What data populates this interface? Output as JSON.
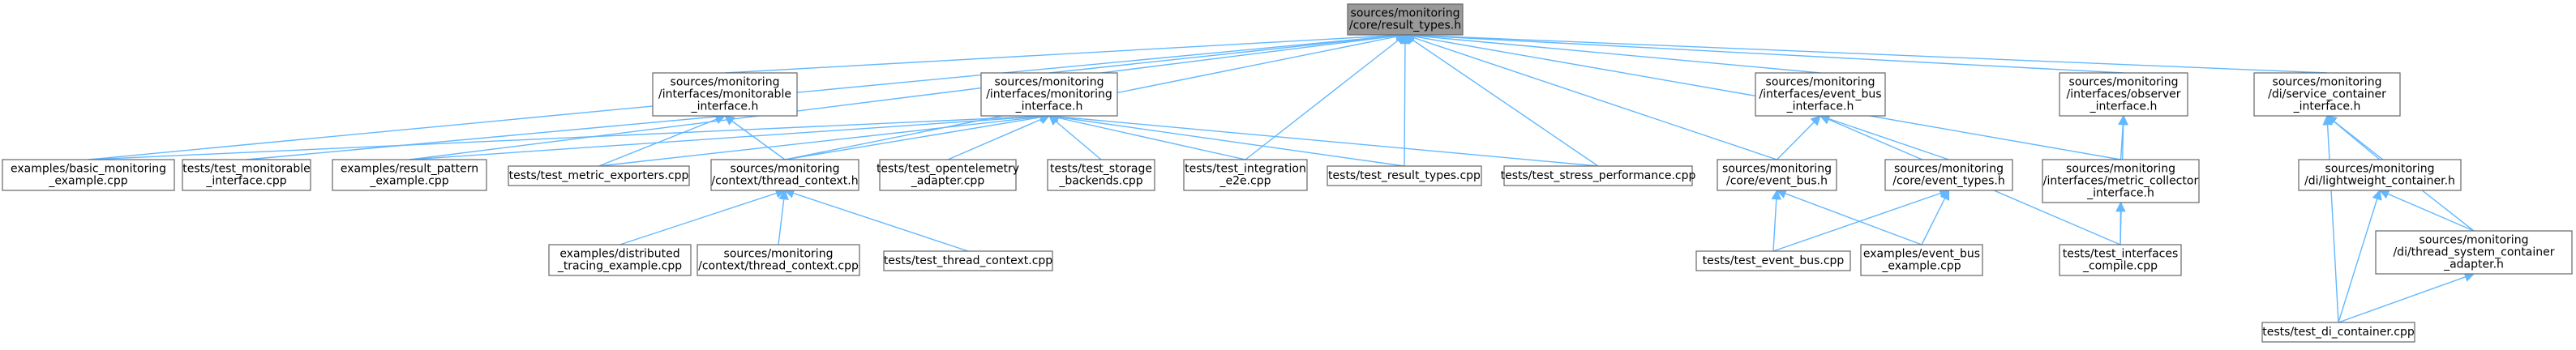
{
  "graph": {
    "nodes": [
      {
        "id": "root",
        "lines": [
          "sources/monitoring",
          "/core/result_types.h"
        ],
        "root": true
      },
      {
        "id": "monitorable",
        "lines": [
          "sources/monitoring",
          "/interfaces/monitorable",
          "_interface.h"
        ]
      },
      {
        "id": "monitoring_if",
        "lines": [
          "sources/monitoring",
          "/interfaces/monitoring",
          "_interface.h"
        ]
      },
      {
        "id": "event_bus_if",
        "lines": [
          "sources/monitoring",
          "/interfaces/event_bus",
          "_interface.h"
        ]
      },
      {
        "id": "observer_if",
        "lines": [
          "sources/monitoring",
          "/interfaces/observer",
          "_interface.h"
        ]
      },
      {
        "id": "di_service",
        "lines": [
          "sources/monitoring",
          "/di/service_container",
          "_interface.h"
        ]
      },
      {
        "id": "basic_example",
        "lines": [
          "examples/basic_monitoring",
          "_example.cpp"
        ]
      },
      {
        "id": "test_monitorable",
        "lines": [
          "tests/test_monitorable",
          "_interface.cpp"
        ]
      },
      {
        "id": "result_pattern",
        "lines": [
          "examples/result_pattern",
          "_example.cpp"
        ]
      },
      {
        "id": "metric_exporters",
        "lines": [
          "tests/test_metric_exporters.cpp"
        ]
      },
      {
        "id": "thread_context_h",
        "lines": [
          "sources/monitoring",
          "/context/thread_context.h"
        ]
      },
      {
        "id": "opentelemetry",
        "lines": [
          "tests/test_opentelemetry",
          "_adapter.cpp"
        ]
      },
      {
        "id": "storage",
        "lines": [
          "tests/test_storage",
          "_backends.cpp"
        ]
      },
      {
        "id": "integration",
        "lines": [
          "tests/test_integration",
          "_e2e.cpp"
        ]
      },
      {
        "id": "result_types_test",
        "lines": [
          "tests/test_result_types.cpp"
        ]
      },
      {
        "id": "stress",
        "lines": [
          "tests/test_stress_performance.cpp"
        ]
      },
      {
        "id": "event_bus_h",
        "lines": [
          "sources/monitoring",
          "/core/event_bus.h"
        ]
      },
      {
        "id": "event_types_h",
        "lines": [
          "sources/monitoring",
          "/core/event_types.h"
        ]
      },
      {
        "id": "metric_collector",
        "lines": [
          "sources/monitoring",
          "/interfaces/metric_collector",
          "_interface.h"
        ]
      },
      {
        "id": "lightweight",
        "lines": [
          "sources/monitoring",
          "/di/lightweight_container.h"
        ]
      },
      {
        "id": "distributed",
        "lines": [
          "examples/distributed",
          "_tracing_example.cpp"
        ]
      },
      {
        "id": "thread_context_cpp",
        "lines": [
          "sources/monitoring",
          "/context/thread_context.cpp"
        ]
      },
      {
        "id": "test_thread_context",
        "lines": [
          "tests/test_thread_context.cpp"
        ]
      },
      {
        "id": "test_event_bus",
        "lines": [
          "tests/test_event_bus.cpp"
        ]
      },
      {
        "id": "event_bus_example",
        "lines": [
          "examples/event_bus",
          "_example.cpp"
        ]
      },
      {
        "id": "interfaces_compile",
        "lines": [
          "tests/test_interfaces",
          "_compile.cpp"
        ]
      },
      {
        "id": "thread_system_adapter",
        "lines": [
          "sources/monitoring",
          "/di/thread_system_container",
          "_adapter.h"
        ]
      },
      {
        "id": "di_container_test",
        "lines": [
          "tests/test_di_container.cpp"
        ]
      }
    ],
    "edges": [
      [
        "root",
        "monitorable"
      ],
      [
        "root",
        "monitoring_if"
      ],
      [
        "root",
        "event_bus_if"
      ],
      [
        "root",
        "observer_if"
      ],
      [
        "root",
        "di_service"
      ],
      [
        "root",
        "basic_example"
      ],
      [
        "root",
        "result_pattern"
      ],
      [
        "root",
        "thread_context_h"
      ],
      [
        "root",
        "integration"
      ],
      [
        "root",
        "result_types_test"
      ],
      [
        "root",
        "stress"
      ],
      [
        "root",
        "event_bus_h"
      ],
      [
        "root",
        "metric_collector"
      ],
      [
        "monitorable",
        "test_monitorable"
      ],
      [
        "monitorable",
        "metric_exporters"
      ],
      [
        "monitorable",
        "thread_context_h"
      ],
      [
        "monitoring_if",
        "basic_example"
      ],
      [
        "monitoring_if",
        "result_pattern"
      ],
      [
        "monitoring_if",
        "metric_exporters"
      ],
      [
        "monitoring_if",
        "thread_context_h"
      ],
      [
        "monitoring_if",
        "opentelemetry"
      ],
      [
        "monitoring_if",
        "storage"
      ],
      [
        "monitoring_if",
        "integration"
      ],
      [
        "monitoring_if",
        "result_types_test"
      ],
      [
        "monitoring_if",
        "stress"
      ],
      [
        "thread_context_h",
        "distributed"
      ],
      [
        "thread_context_h",
        "thread_context_cpp"
      ],
      [
        "thread_context_h",
        "test_thread_context"
      ],
      [
        "event_bus_if",
        "event_bus_h"
      ],
      [
        "event_bus_if",
        "event_types_h"
      ],
      [
        "event_bus_if",
        "interfaces_compile"
      ],
      [
        "event_bus_h",
        "test_event_bus"
      ],
      [
        "event_bus_h",
        "event_bus_example"
      ],
      [
        "event_types_h",
        "test_event_bus"
      ],
      [
        "event_types_h",
        "event_bus_example"
      ],
      [
        "observer_if",
        "metric_collector"
      ],
      [
        "observer_if",
        "interfaces_compile"
      ],
      [
        "metric_collector",
        "interfaces_compile"
      ],
      [
        "di_service",
        "lightweight"
      ],
      [
        "di_service",
        "thread_system_adapter"
      ],
      [
        "di_service",
        "di_container_test"
      ],
      [
        "lightweight",
        "thread_system_adapter"
      ],
      [
        "lightweight",
        "di_container_test"
      ],
      [
        "thread_system_adapter",
        "di_container_test"
      ]
    ]
  }
}
